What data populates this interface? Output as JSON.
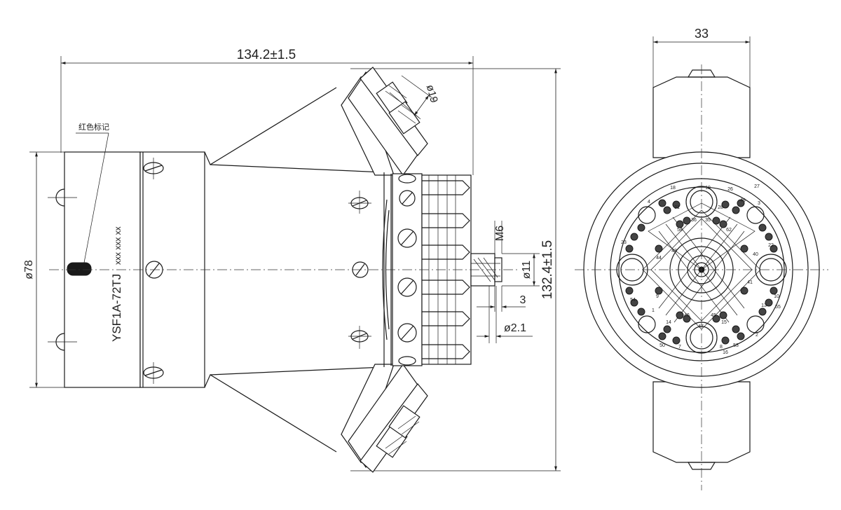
{
  "labels": {
    "overall_length": "134.2±1.5",
    "overall_height": "132.4±1.5",
    "body_diameter": "ø78",
    "width_33": "33",
    "red_mark": "红色标记",
    "model": "YSF1A-72TJ",
    "model_suffix": "xxx xxx xx",
    "thread": "M6",
    "shaft_dia": "ø11",
    "length_3": "3",
    "hole_dia": "ø2.1",
    "connector_dia": "ø19"
  },
  "pin_numbers": [
    "1",
    "2",
    "3",
    "4",
    "7",
    "8",
    "9",
    "10",
    "13",
    "14",
    "15",
    "16",
    "18",
    "19",
    "22",
    "23",
    "26",
    "27",
    "28",
    "31",
    "35",
    "36",
    "40",
    "41",
    "43",
    "44",
    "45",
    "46",
    "47",
    "49",
    "50",
    "53",
    "54",
    "55",
    "58",
    "62"
  ]
}
